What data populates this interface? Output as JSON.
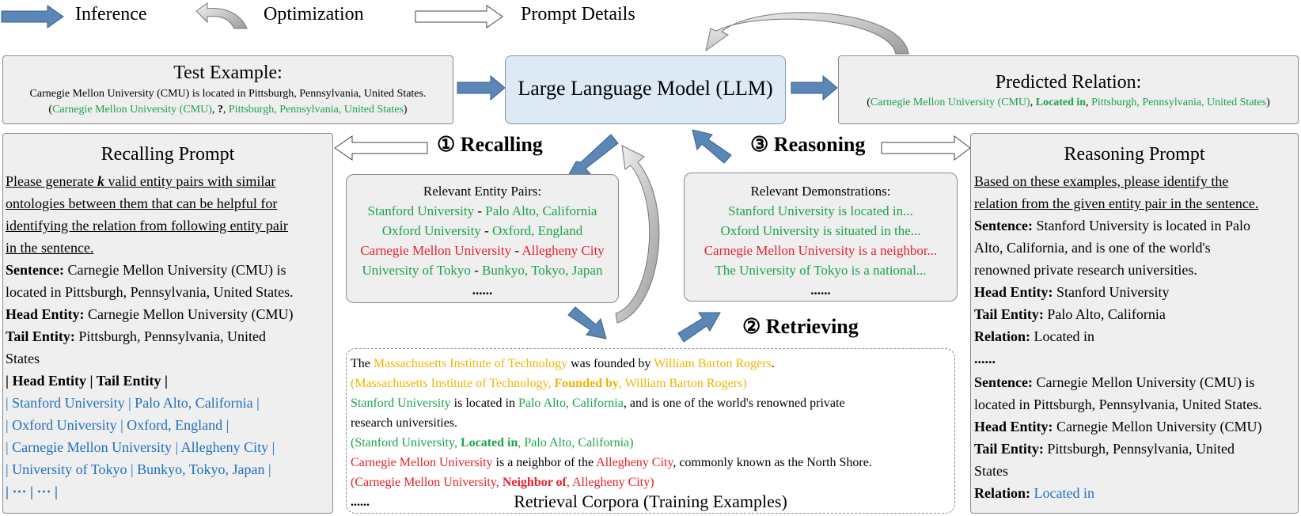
{
  "legend": {
    "inference": "Inference",
    "optimization": "Optimization",
    "prompt_details": "Prompt Details"
  },
  "test_example": {
    "title": "Test Example:",
    "sentence": "Carnegie Mellon University (CMU) is located in Pittsburgh, Pennsylvania, United States.",
    "tuple_open": "(",
    "head": "Carnegie Mellon University (CMU)",
    "sep1": ", ",
    "relation": "?",
    "sep2": ", ",
    "tail": "Pittsburgh, Pennsylvania, United States",
    "tuple_close": ")"
  },
  "llm": {
    "label": "Large Language Model (LLM)"
  },
  "predicted": {
    "title": "Predicted Relation:",
    "tuple_open": "(",
    "head": "Carnegie Mellon University (CMU)",
    "sep1": ", ",
    "relation": "Located in",
    "sep2": ", ",
    "tail": "Pittsburgh, Pennsylvania, United States",
    "tuple_close": ")"
  },
  "steps": {
    "recalling": "① Recalling",
    "reasoning": "③ Reasoning",
    "retrieving": "② Retrieving"
  },
  "recalling_prompt": {
    "title": "Recalling Prompt",
    "instr_1a": "Please generate ",
    "instr_1k": "k",
    "instr_1b": " valid entity pairs with similar",
    "instr_2": "ontologies between them that can be helpful for",
    "instr_3": "identifying the relation from following entity pair",
    "instr_4": "in the sentence.",
    "sentence_label": "Sentence:",
    "sentence_1": " Carnegie Mellon University (CMU) is",
    "sentence_2": "located in Pittsburgh, Pennsylvania, United States.",
    "head_label": "Head Entity:",
    "head_value": " Carnegie Mellon University (CMU)",
    "tail_label": "Tail Entity:",
    "tail_value_1": " Pittsburgh, Pennsylvania, United",
    "tail_value_2": "States",
    "header_row": "| Head Entity | Tail Entity |",
    "rows": [
      "| Stanford University | Palo Alto, California |",
      "| Oxford University | Oxford, England |",
      "| Carnegie Mellon University | Allegheny City |",
      "| University of Tokyo | Bunkyo, Tokyo, Japan |",
      "| ··· | ··· |"
    ]
  },
  "entity_pairs": {
    "title": "Relevant Entity Pairs:",
    "pairs": [
      {
        "head": "Stanford University",
        "sep": " - ",
        "tail": "Palo Alto, California"
      },
      {
        "head": "Oxford University",
        "sep": " - ",
        "tail": "Oxford, England"
      },
      {
        "head": "Carnegie Mellon University",
        "sep": " - ",
        "tail": "Allegheny City"
      },
      {
        "head": "University of Tokyo",
        "sep": " - ",
        "tail": "Bunkyo, Tokyo, Japan"
      }
    ],
    "ellipsis": "......"
  },
  "demonstrations": {
    "title": "Relevant Demonstrations:",
    "items": [
      "Stanford University is located in...",
      "Oxford University is situated in the...",
      "Carnegie Mellon University is a neighbor...",
      "The University of Tokyo is a national..."
    ],
    "ellipsis": "......"
  },
  "corpora": {
    "title": "Retrieval Corpora (Training Examples)",
    "l1_a": "The ",
    "l1_b": "Massachusetts Institute of Technology",
    "l1_c": " was founded by ",
    "l1_d": "William Barton Rogers",
    "l1_e": ".",
    "l2_a": "(",
    "l2_b": "Massachusetts Institute of Technology",
    "l2_c": ", ",
    "l2_d": "Founded by",
    "l2_e": ", ",
    "l2_f": "William Barton Rogers",
    "l2_g": ")",
    "l3_a": "Stanford University",
    "l3_b": " is located in ",
    "l3_c": "Palo Alto, California",
    "l3_d": ", and is one of the world's renowned private",
    "l4": "research universities.",
    "l5_a": "(",
    "l5_b": "Stanford University",
    "l5_c": ", ",
    "l5_d": "Located in",
    "l5_e": ", ",
    "l5_f": "Palo Alto, California",
    "l5_g": ")",
    "l6_a": "Carnegie Mellon University",
    "l6_b": " is a neighbor of the ",
    "l6_c": "Allegheny City",
    "l6_d": ", commonly known as the North Shore.",
    "l7_a": "(",
    "l7_b": "Carnegie Mellon University",
    "l7_c": ", ",
    "l7_d": "Neighbor of",
    "l7_e": ", ",
    "l7_f": "Allegheny City",
    "l7_g": ")",
    "l8": "......"
  },
  "reasoning_prompt": {
    "title": "Reasoning Prompt",
    "instr_1": "Based on these examples, please identify the",
    "instr_2": "relation from the given entity pair in the sentence.",
    "s1_label": "Sentence:",
    "s1_1": " Stanford University is located in Palo",
    "s1_2": "Alto, California, and is one of the world's",
    "s1_3": "renowned private research universities.",
    "h1_label": "Head Entity:",
    "h1_value": " Stanford University",
    "t1_label": "Tail Entity:",
    "t1_value": " Palo Alto, California",
    "r1_label": "Relation:",
    "r1_value": " Located in",
    "ellipsis": "......",
    "s2_label": "Sentence:",
    "s2_1": " Carnegie Mellon University (CMU) is",
    "s2_2": "located in Pittsburgh, Pennsylvania, United States.",
    "h2_label": "Head Entity:",
    "h2_value": " Carnegie Mellon University (CMU)",
    "t2_label": "Tail Entity:",
    "t2_value_1": " Pittsburgh, Pennsylvania, United",
    "t2_value_2": "States",
    "r2_label": "Relation: ",
    "r2_value": "Located in"
  }
}
